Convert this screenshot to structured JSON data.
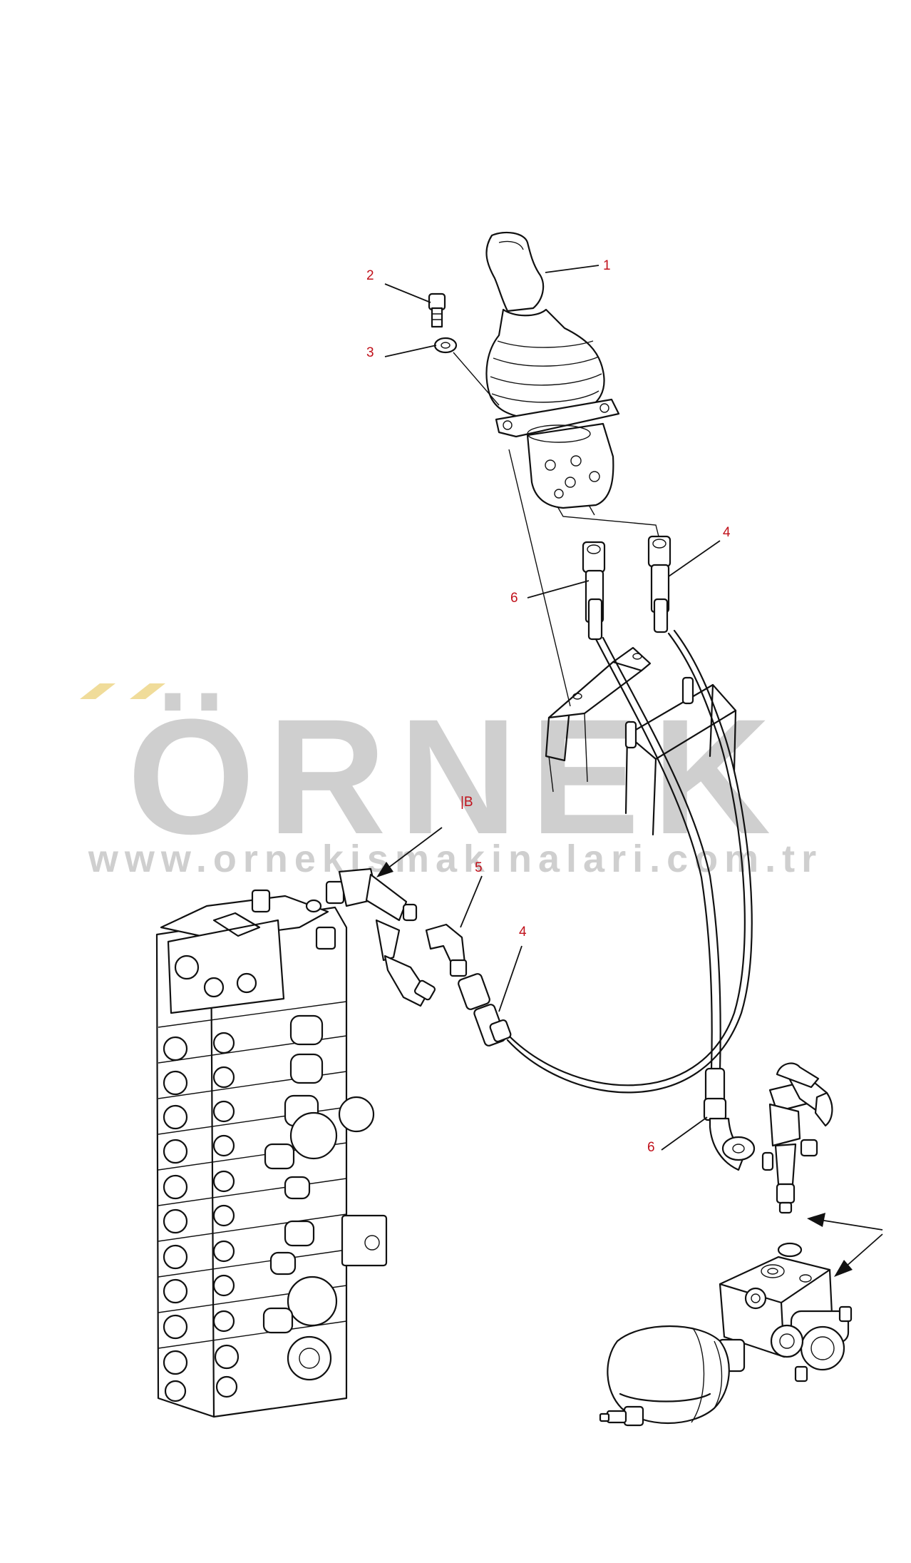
{
  "diagram": {
    "callouts": [
      "1",
      "2",
      "3",
      "4",
      "5",
      "6",
      "|B",
      "4",
      "6"
    ]
  },
  "watermark": {
    "brand": "ÖRNEK",
    "url": "www.ornekismakinalari.com.tr",
    "color_text": "#cfcfcf",
    "color_accent": "#f0dc9a"
  },
  "colors": {
    "line": "#111111",
    "callout": "#c0101a"
  }
}
